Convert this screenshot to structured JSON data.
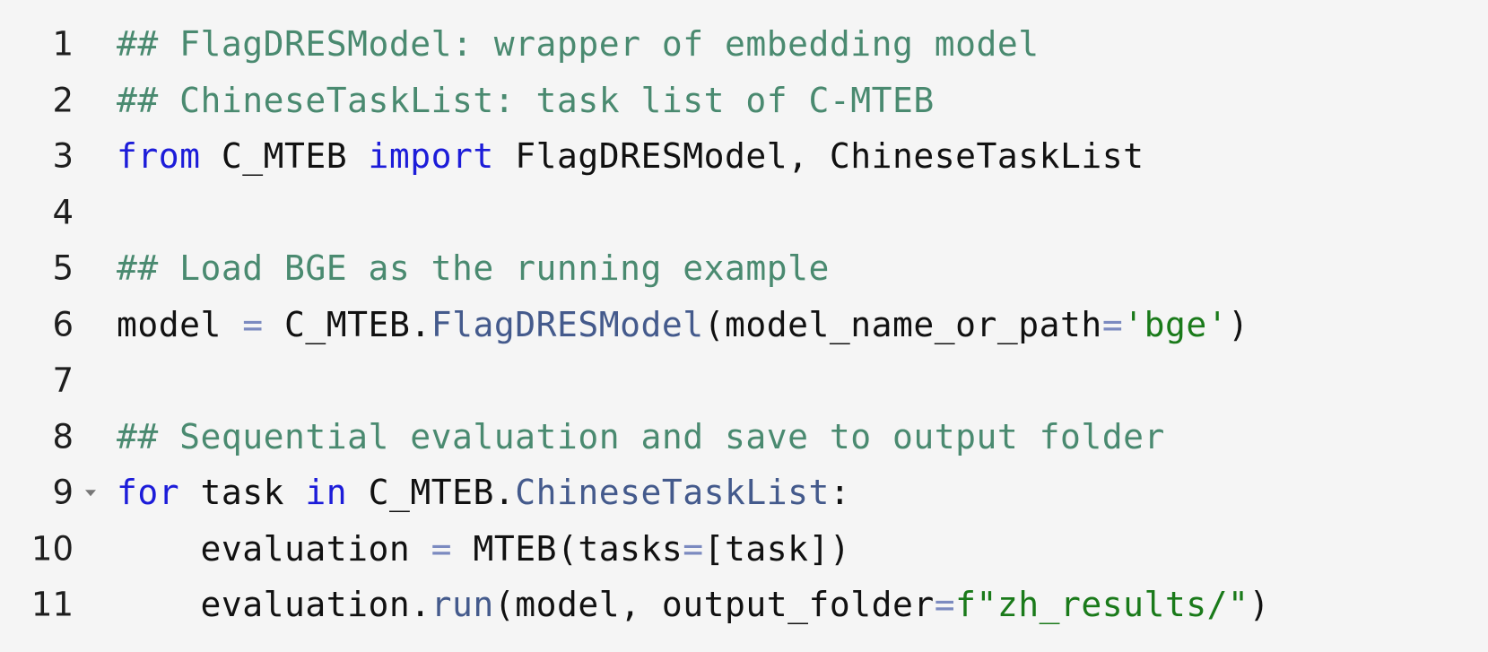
{
  "editor": {
    "fold_icon": "chevron-down-icon",
    "colors": {
      "background": "#f5f5f5",
      "comment": "#4a8a70",
      "keyword": "#1c1cd9",
      "function": "#445a8c",
      "operator": "#7b8ac0",
      "string": "#1a7a1a",
      "plain": "#111111"
    },
    "lines": [
      {
        "number": "1",
        "tokens": [
          {
            "type": "comment",
            "text": "## FlagDRESModel: wrapper of embedding model"
          }
        ]
      },
      {
        "number": "2",
        "tokens": [
          {
            "type": "comment",
            "text": "## ChineseTaskList: task list of C-MTEB"
          }
        ]
      },
      {
        "number": "3",
        "tokens": [
          {
            "type": "keyword",
            "text": "from"
          },
          {
            "type": "plain",
            "text": " C_MTEB "
          },
          {
            "type": "keyword",
            "text": "import"
          },
          {
            "type": "plain",
            "text": " FlagDRESModel, ChineseTaskList"
          }
        ]
      },
      {
        "number": "4",
        "tokens": []
      },
      {
        "number": "5",
        "tokens": [
          {
            "type": "comment",
            "text": "## Load BGE as the running example"
          }
        ]
      },
      {
        "number": "6",
        "tokens": [
          {
            "type": "plain",
            "text": "model "
          },
          {
            "type": "op",
            "text": "="
          },
          {
            "type": "plain",
            "text": " C_MTEB."
          },
          {
            "type": "func",
            "text": "FlagDRESModel"
          },
          {
            "type": "plain",
            "text": "(model_name_or_path"
          },
          {
            "type": "op",
            "text": "="
          },
          {
            "type": "string",
            "text": "'bge'"
          },
          {
            "type": "plain",
            "text": ")"
          }
        ]
      },
      {
        "number": "7",
        "tokens": []
      },
      {
        "number": "8",
        "tokens": [
          {
            "type": "comment",
            "text": "## Sequential evaluation and save to output folder"
          }
        ]
      },
      {
        "number": "9",
        "foldable": true,
        "tokens": [
          {
            "type": "keyword",
            "text": "for"
          },
          {
            "type": "plain",
            "text": " task "
          },
          {
            "type": "keyword",
            "text": "in"
          },
          {
            "type": "plain",
            "text": " C_MTEB."
          },
          {
            "type": "func",
            "text": "ChineseTaskList"
          },
          {
            "type": "plain",
            "text": ":"
          }
        ]
      },
      {
        "number": "10",
        "tokens": [
          {
            "type": "plain",
            "text": "    evaluation "
          },
          {
            "type": "op",
            "text": "="
          },
          {
            "type": "plain",
            "text": " MTEB(tasks"
          },
          {
            "type": "op",
            "text": "="
          },
          {
            "type": "plain",
            "text": "[task])"
          }
        ]
      },
      {
        "number": "11",
        "tokens": [
          {
            "type": "plain",
            "text": "    evaluation."
          },
          {
            "type": "func",
            "text": "run"
          },
          {
            "type": "plain",
            "text": "(model, output_folder"
          },
          {
            "type": "op",
            "text": "="
          },
          {
            "type": "string",
            "text": "f\"zh_results/\""
          },
          {
            "type": "plain",
            "text": ")"
          }
        ]
      }
    ]
  }
}
